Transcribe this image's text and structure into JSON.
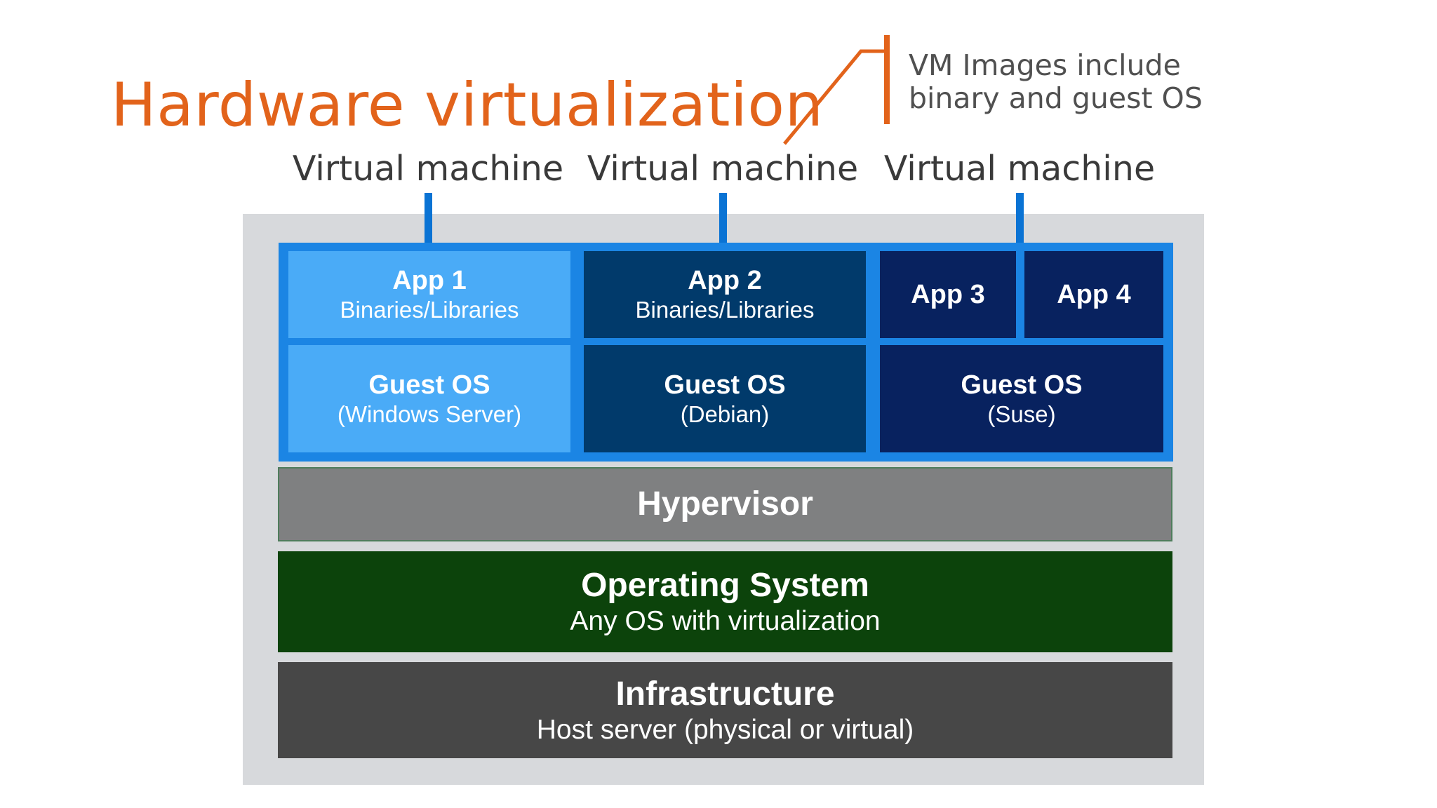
{
  "title": "Hardware virtualization",
  "callout": {
    "line1": "VM Images include",
    "line2": "binary and guest OS"
  },
  "vm_labels": [
    "Virtual machine",
    "Virtual machine",
    "Virtual machine"
  ],
  "vms": [
    {
      "app": "App 1",
      "binaries": "Binaries/Libraries",
      "guest_os": "Guest OS",
      "os_name": "(Windows Server)"
    },
    {
      "app": "App 2",
      "binaries": "Binaries/Libraries",
      "guest_os": "Guest OS",
      "os_name": "(Debian)"
    },
    {
      "apps": [
        "App 3",
        "App 4"
      ],
      "guest_os": "Guest OS",
      "os_name": "(Suse)"
    }
  ],
  "layers": {
    "hypervisor": {
      "title": "Hypervisor"
    },
    "operating_system": {
      "title": "Operating System",
      "subtitle": "Any OS with virtualization"
    },
    "infrastructure": {
      "title": "Infrastructure",
      "subtitle": "Host server (physical or virtual)"
    }
  },
  "colors": {
    "title": "#e2631b",
    "vm1": "#4aabf7",
    "vm2": "#013a6b",
    "vm3": "#08225f",
    "vm_border": "#1b85e4",
    "hypervisor": "#7f8081",
    "operating_system": "#0c430b",
    "infrastructure": "#474747",
    "backdrop": "#d7d9dc"
  }
}
